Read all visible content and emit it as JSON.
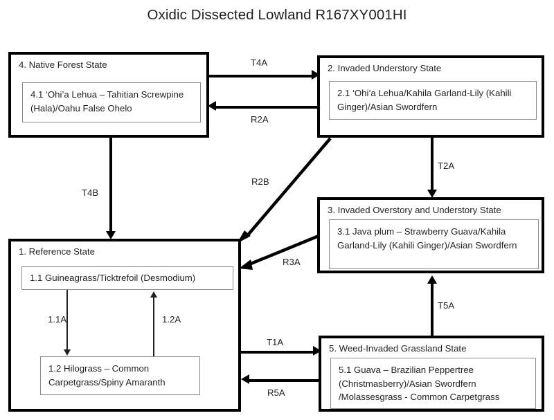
{
  "title": "Oxidic Dissected Lowland R167XY001HI",
  "states": {
    "s4": {
      "title": "4. Native Forest State",
      "phases": [
        {
          "id": "4.1",
          "text": "4.1 ‘Ohi’a Lehua – Tahitian Screwpine (Hala)/Oahu False Ohelo"
        }
      ]
    },
    "s2": {
      "title": "2. Invaded Understory State",
      "phases": [
        {
          "id": "2.1",
          "text": "2.1 ‘Ohi’a Lehua/Kahila Garland-Lily (Kahili Ginger)/Asian Swordfern"
        }
      ]
    },
    "s3": {
      "title": "3. Invaded Overstory and Understory State",
      "phases": [
        {
          "id": "3.1",
          "text": "3.1 Java plum – Strawberry Guava/Kahila Garland-Lily (Kahili Ginger)/Asian Swordfern"
        }
      ]
    },
    "s5": {
      "title": "5. Weed-Invaded Grassland State",
      "phases": [
        {
          "id": "5.1",
          "text": "5.1 Guava – Brazilian Peppertree (Christmasberry)/Asian Swordfern /Molassesgrass - Common Carpetgrass"
        }
      ]
    },
    "s1": {
      "title": "1. Reference State",
      "phases": [
        {
          "id": "1.1",
          "text": "1.1 Guineagrass/Ticktrefoil (Desmodium)"
        },
        {
          "id": "1.2",
          "text": "1.2 Hilograss – Common Carpetgrass/Spiny Amaranth"
        }
      ]
    }
  },
  "transitions": {
    "t4a": "T4A",
    "r2a": "R2A",
    "t4b": "T4B",
    "r2b": "R2B",
    "t2a": "T2A",
    "r3a": "R3A",
    "t5a": "T5A",
    "t1a": "T1A",
    "r5a": "R5A",
    "p11a": "1.1A",
    "p12a": "1.2A"
  },
  "colors": {
    "ink": "#231f20",
    "line": "#000000",
    "inner_border": "#8a8a8a",
    "background": "#ffffff"
  }
}
